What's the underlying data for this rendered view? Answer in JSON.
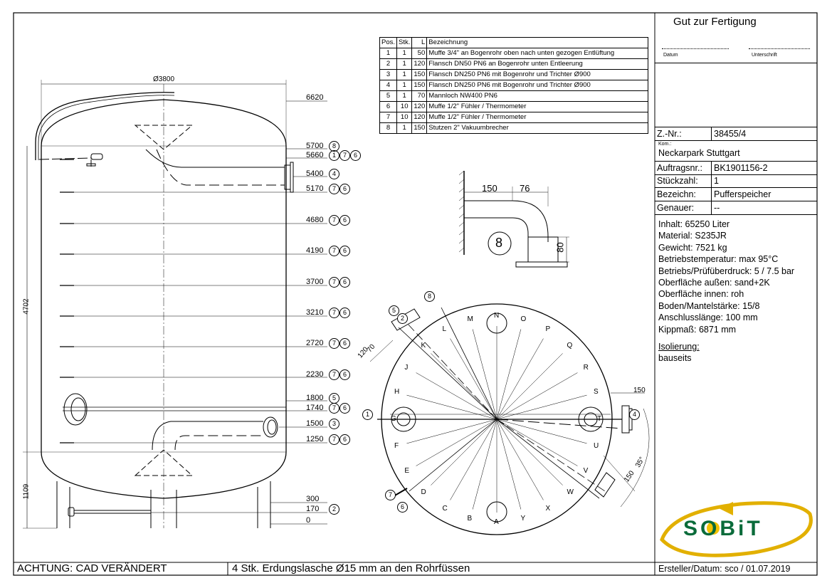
{
  "approval": {
    "title": "Gut zur Fertigung",
    "date_label": "Datum",
    "signature_label": "Unterschrift"
  },
  "parts_table": {
    "headers": [
      "Pos.",
      "Stk.",
      "L",
      "Bezeichnung"
    ],
    "rows": [
      [
        "1",
        "1",
        "50",
        "Muffe 3/4\" an Bogenrohr oben nach unten gezogen Entlüftung"
      ],
      [
        "2",
        "1",
        "120",
        "Flansch DN50 PN6 an Bogenrohr unten Entleerung"
      ],
      [
        "3",
        "1",
        "150",
        "Flansch DN250 PN6 mit Bogenrohr und Trichter Ø900"
      ],
      [
        "4",
        "1",
        "150",
        "Flansch DN250 PN6 mit Bogenrohr und Trichter Ø900"
      ],
      [
        "5",
        "1",
        "70",
        "Mannloch NW400 PN6"
      ],
      [
        "6",
        "10",
        "120",
        "Muffe 1/2\" Fühler / Thermometer"
      ],
      [
        "7",
        "10",
        "120",
        "Muffe 1/2\" Fühler / Thermometer"
      ],
      [
        "8",
        "1",
        "150",
        "Stutzen 2\" Vakuumbrecher"
      ]
    ]
  },
  "title_block": {
    "z_nr_label": "Z.-Nr.:",
    "z_nr": "38455/4",
    "kom_label": "Kom.:",
    "kom": "Neckarpark Stuttgart",
    "auftrag_label": "Auftragsnr.:",
    "auftrag": "BK1901156-2",
    "stueck_label": "Stückzahl:",
    "stueck": "1",
    "bez_label": "Bezeichn:",
    "bez": "Pufferspeicher",
    "genauer_label": "Genauer:",
    "genauer": "--",
    "specs": [
      "Inhalt: 65250 Liter",
      "Material: S235JR",
      "Gewicht: 7521 kg",
      "Betriebstemperatur: max 95°C",
      "Betriebs/Prüfüberdruck: 5 / 7.5 bar",
      "Oberfläche außen: sand+2K",
      "Oberfläche innen: roh",
      "Boden/Mantelstärke: 15/8",
      "Anschlusslänge: 100 mm",
      "Kippmaß: 6871 mm"
    ],
    "isolation_label": "Isolierung:",
    "isolation": "bauseits",
    "logo_text": "SOBiT",
    "creator": "Ersteller/Datum: sco / 01.07.2019"
  },
  "footer": {
    "warning": "ACHTUNG: CAD VERÄNDERT",
    "note": "4 Stk. Erdungslasche Ø15 mm an den Rohrfüssen"
  },
  "elevation": {
    "diameter_label": "Ø3800",
    "height_label": "4702",
    "leg_label": "1109",
    "levels": [
      {
        "value": "6620",
        "refs": []
      },
      {
        "value": "5700",
        "refs": [
          "8"
        ]
      },
      {
        "value": "5660",
        "refs": [
          "1",
          "7",
          "6"
        ]
      },
      {
        "value": "5400",
        "refs": [
          "4"
        ]
      },
      {
        "value": "5170",
        "refs": [
          "7",
          "6"
        ]
      },
      {
        "value": "4680",
        "refs": [
          "7",
          "6"
        ]
      },
      {
        "value": "4190",
        "refs": [
          "7",
          "6"
        ]
      },
      {
        "value": "3700",
        "refs": [
          "7",
          "6"
        ]
      },
      {
        "value": "3210",
        "refs": [
          "7",
          "6"
        ]
      },
      {
        "value": "2720",
        "refs": [
          "7",
          "6"
        ]
      },
      {
        "value": "2230",
        "refs": [
          "7",
          "6"
        ]
      },
      {
        "value": "1800",
        "refs": [
          "5"
        ]
      },
      {
        "value": "1740",
        "refs": [
          "7",
          "6"
        ]
      },
      {
        "value": "1500",
        "refs": [
          "3"
        ]
      },
      {
        "value": "1250",
        "refs": [
          "7",
          "6"
        ]
      },
      {
        "value": "300",
        "refs": []
      },
      {
        "value": "170",
        "refs": [
          "2"
        ]
      },
      {
        "value": "0",
        "refs": []
      }
    ]
  },
  "detail8": {
    "dim_a": "150",
    "dim_b": "76",
    "dim_c": "80",
    "ref": "8"
  },
  "plan": {
    "letters": [
      "N",
      "O",
      "P",
      "Q",
      "R",
      "S",
      "T",
      "U",
      "V",
      "W",
      "X",
      "Y",
      "A",
      "B",
      "C",
      "D",
      "E",
      "F",
      "G",
      "H",
      "J",
      "K",
      "L",
      "M"
    ],
    "refs": [
      "1",
      "2",
      "4",
      "5",
      "6",
      "7",
      "8"
    ],
    "dims": [
      "70",
      "120",
      "150",
      "150",
      "35°"
    ]
  }
}
